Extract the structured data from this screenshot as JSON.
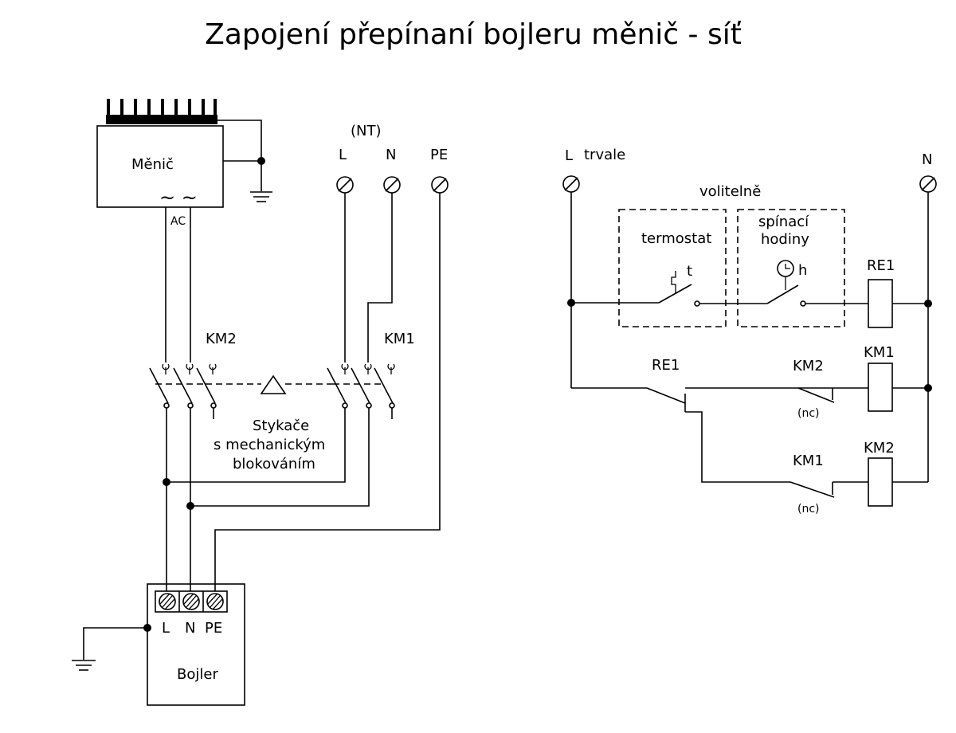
{
  "title": "Zapojení přepínaní bojleru měnič - síť",
  "inverter": {
    "label": "Měnič",
    "output_symbol": "~ ~",
    "output_label": "AC"
  },
  "mains": {
    "tariff": "(NT)",
    "terminals": [
      "L",
      "N",
      "PE"
    ]
  },
  "contactors": {
    "km2": "KM2",
    "km1": "KM1",
    "interlock_lines": [
      "Stykače",
      "s mechanickým",
      "blokováním"
    ]
  },
  "boiler": {
    "label": "Bojler",
    "terminals": [
      "L",
      "N",
      "PE"
    ]
  },
  "control": {
    "l_label": "L",
    "l_note": "trvale",
    "n_label": "N",
    "optional": "volitelně",
    "thermostat": "termostat",
    "thermostat_symbol": "t",
    "timer_lines": [
      "spínací",
      "hodiny"
    ],
    "timer_symbol": "h",
    "relay": "RE1",
    "rung2_contact": "RE1",
    "rung2_nc_contact": "KM2",
    "rung2_nc_note": "(nc)",
    "rung2_coil": "KM1",
    "rung3_nc_contact": "KM1",
    "rung3_nc_note": "(nc)",
    "rung3_coil": "KM2"
  }
}
